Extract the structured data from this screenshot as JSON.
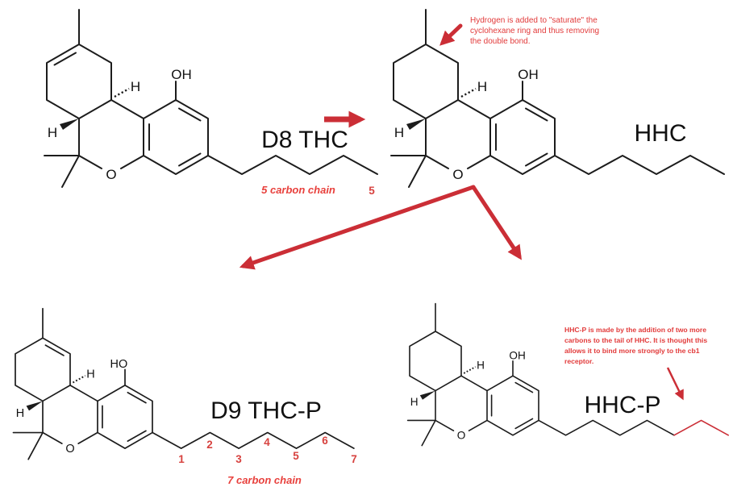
{
  "colors": {
    "background": "#ffffff",
    "bond_black": "#1c1c1c",
    "arrow_red": "#cb2e36",
    "note_red": "#e23a3a",
    "chain_text_red": "#e8403c",
    "carbon_number_red": "#d7423f"
  },
  "molecules": [
    {
      "id": "d8-thc",
      "label": "D8 THC",
      "hydroxyl": "OH",
      "ring_oxygen": "O",
      "stereo_h_upper": "H",
      "stereo_h_lower": "H",
      "chain_length_label": "5 carbon chain",
      "chain_count": "5"
    },
    {
      "id": "hhc",
      "label": "HHC",
      "hydroxyl": "OH",
      "ring_oxygen": "O",
      "stereo_h_upper": "H",
      "stereo_h_lower": "H"
    },
    {
      "id": "d9-thc-p",
      "label": "D9 THC-P",
      "hydroxyl": "HO",
      "ring_oxygen": "O",
      "stereo_h_upper": "H",
      "stereo_h_lower": "H",
      "chain_length_label": "7 carbon chain",
      "carbon_numbers": [
        "1",
        "2",
        "3",
        "4",
        "5",
        "6",
        "7"
      ]
    },
    {
      "id": "hhc-p",
      "label": "HHC-P",
      "hydroxyl": "OH",
      "ring_oxygen": "O",
      "stereo_h_upper": "H",
      "stereo_h_lower": "H"
    }
  ],
  "annotations": {
    "saturation_note_lines": [
      "Hydrogen is added to \"saturate\" the",
      "cyclohexane ring and thus removing",
      "the double bond."
    ],
    "hhcp_note_lines": [
      "HHC-P is made by the addition of two more",
      "carbons to the tail of HHC.  It is thought this",
      "allows it to bind more strongly to the cb1",
      "receptor."
    ]
  }
}
